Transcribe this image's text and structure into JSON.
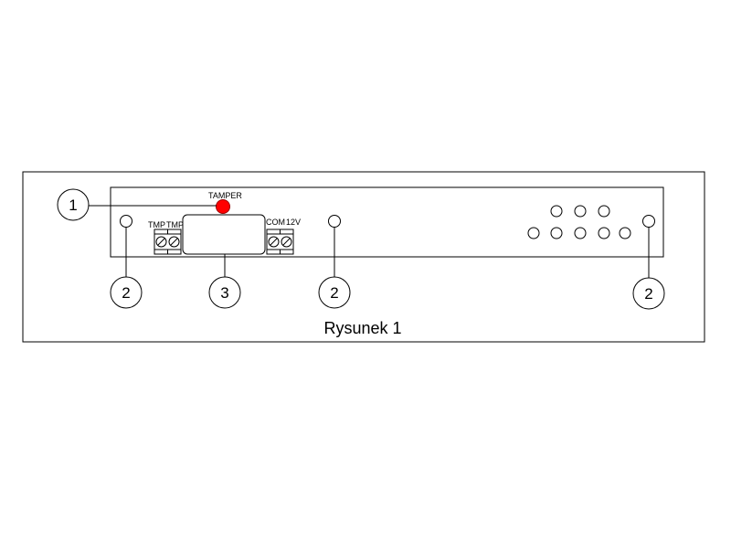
{
  "caption": "Rysunek 1",
  "labels": {
    "tamper": "TAMPER",
    "tmp_left": "TMP",
    "tmp_right": "TMP",
    "com": "COM",
    "v12": "12V"
  },
  "callouts": {
    "one": "1",
    "two_left": "2",
    "two_center": "2",
    "two_right": "2",
    "three": "3"
  },
  "colors": {
    "tamper_led": "#ff0000",
    "tamper_led_stroke": "#990000",
    "line": "#000000"
  }
}
